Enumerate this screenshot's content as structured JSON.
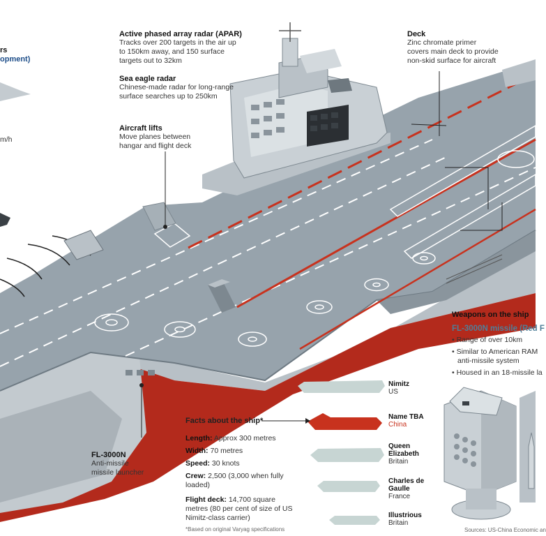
{
  "left_partial": {
    "line1": "rs",
    "line2": "opment)",
    "speed": "m/h"
  },
  "callouts": {
    "apar": {
      "title": "Active phased array radar (APAR)",
      "lines": [
        "Tracks over 200 targets in the air up",
        "to 150km away, and 150 surface",
        "targets out to 32km"
      ]
    },
    "sea_eagle": {
      "title": "Sea eagle radar",
      "lines": [
        "Chinese-made radar for long-range",
        "surface searches up to 250km"
      ]
    },
    "lifts": {
      "title": "Aircraft lifts",
      "lines": [
        "Move planes between",
        "hangar and flight deck"
      ]
    },
    "deck": {
      "title": "Deck",
      "lines": [
        "Zinc chromate primer",
        "covers main deck to provide",
        "non-skid surface for aircraft"
      ]
    },
    "fl3000n": {
      "title": "FL-3000N",
      "lines": [
        "Anti-missile",
        "missile launcher"
      ]
    }
  },
  "facts": {
    "title": "Facts about the ship*",
    "length": {
      "label": "Length:",
      "value": " Approx 300 metres"
    },
    "width": {
      "label": "Width:",
      "value": " 70 metres"
    },
    "speed": {
      "label": "Speed:",
      "value": " 30 knots"
    },
    "crew": {
      "label": "Crew:",
      "value": " 2,500 (3,000 when fully loaded)"
    },
    "flight_deck": {
      "label": "Flight deck:",
      "value": " 14,700 square metres (80 per cent of size of US Nimitz-class carrier)"
    },
    "footnote": "*Based on original Varyag specifications"
  },
  "comparison": [
    {
      "name": "Nimitz",
      "country": "US",
      "highlight": false
    },
    {
      "name": "Name TBA",
      "country": "China",
      "highlight": true
    },
    {
      "name": "Queen Elizabeth",
      "country": "Britain",
      "highlight": false
    },
    {
      "name": "Charles de Gaulle",
      "country": "France",
      "highlight": false
    },
    {
      "name": "Illustrious",
      "country": "Britain",
      "highlight": false
    }
  ],
  "weapons": {
    "title": "Weapons on the ship",
    "subtitle": "FL-3000N missile (Red F",
    "bullets": [
      "Range of over 10km",
      "Similar to American RAM",
      "anti-missile system",
      "Housed in an 18-missile la"
    ]
  },
  "sources": "Sources: US-China Economic an",
  "colors": {
    "deck": "#97a3ac",
    "hull_red": "#b32a1c",
    "accent": "#c8321e",
    "silhouette": "#c7d5d3"
  }
}
